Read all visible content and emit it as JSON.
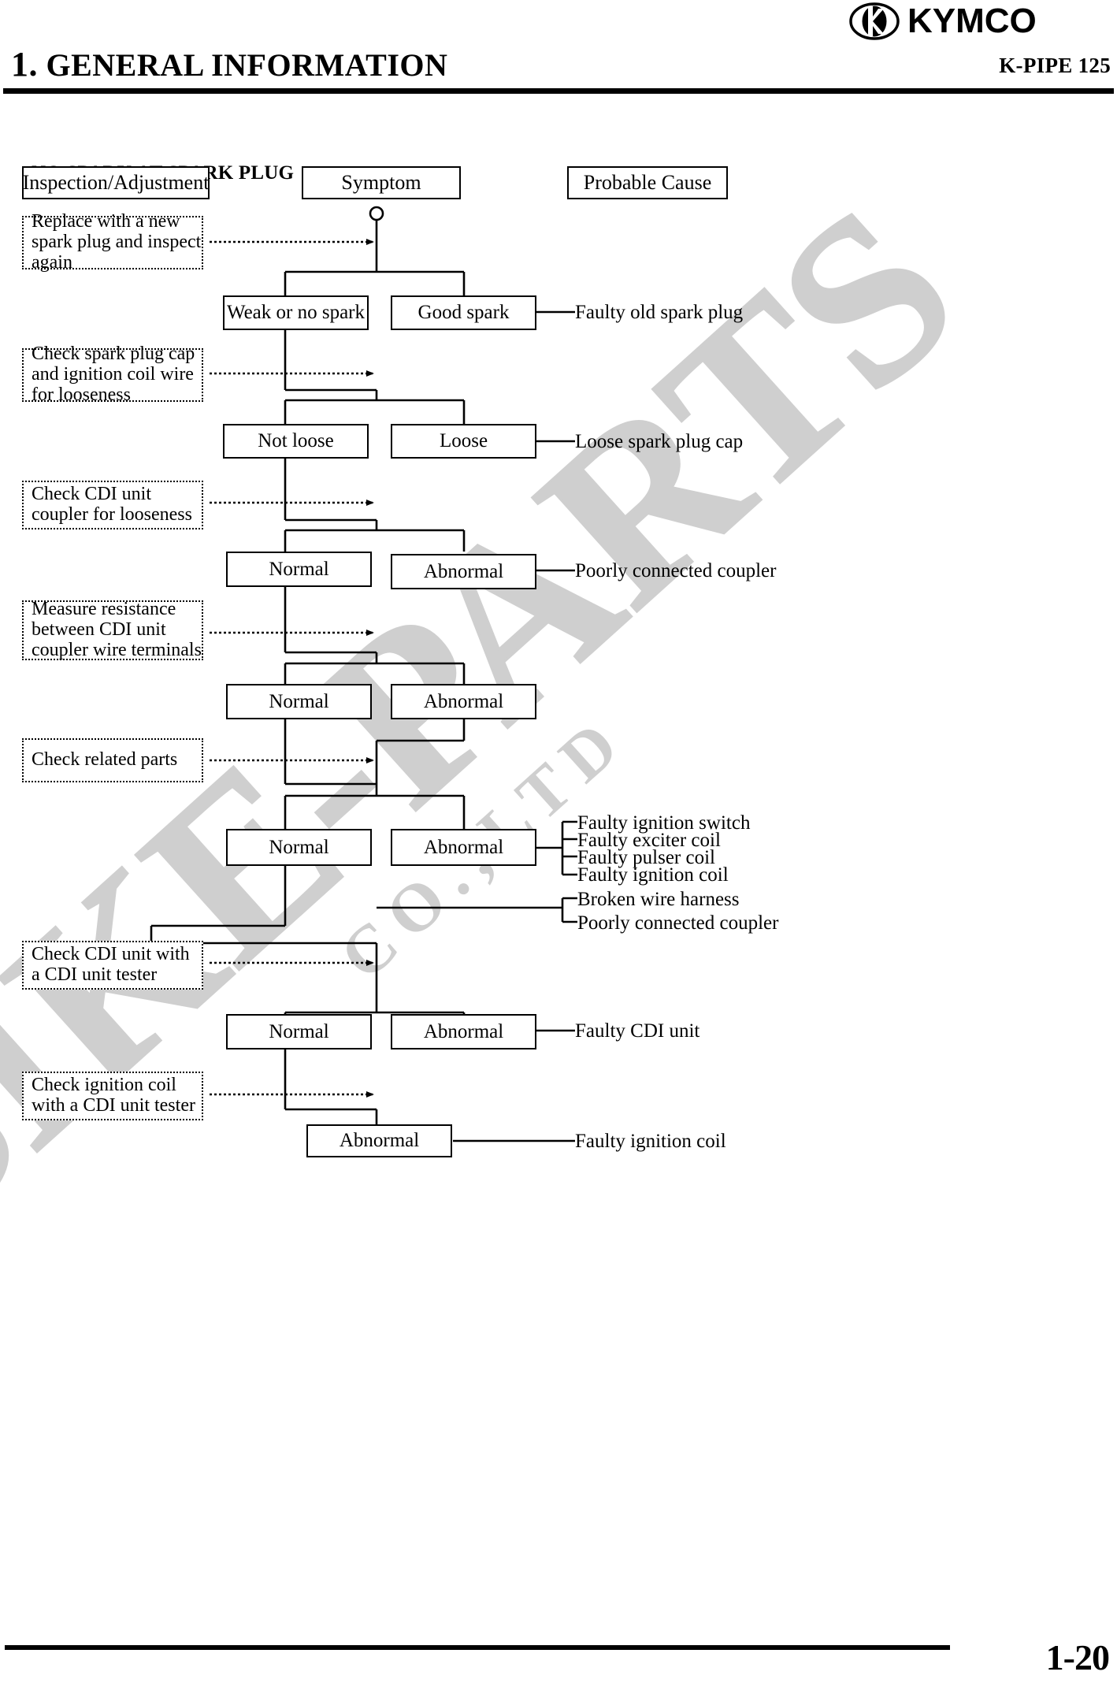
{
  "header": {
    "chapter_number": "1.",
    "chapter_title": "GENERAL INFORMATION",
    "model": "K-PIPE 125",
    "brand": "KYMCO",
    "logo_icon": "kymco-oval-k-logo"
  },
  "section": {
    "title": "NO SPARK AT SPARK PLUG"
  },
  "columns": {
    "inspection": "Inspection/Adjustment",
    "symptom": "Symptom",
    "probable_cause": "Probable Cause"
  },
  "footer": {
    "page_number": "1-20"
  },
  "watermark": {
    "primary": "BIKE-PARTS",
    "secondary": "CO.,LTD"
  },
  "flow": {
    "instructions": [
      {
        "id": "i1",
        "text": "Replace with a new spark plug and inspect again"
      },
      {
        "id": "i2",
        "text": "Check spark plug cap and ignition coil wire for looseness"
      },
      {
        "id": "i3",
        "text": "Check CDI unit coupler for looseness"
      },
      {
        "id": "i4",
        "text": "Measure resistance between CDI unit coupler wire terminals"
      },
      {
        "id": "i5",
        "text": "Check related parts"
      },
      {
        "id": "i6",
        "text": "Check CDI unit with a CDI unit tester"
      },
      {
        "id": "i7",
        "text": "Check ignition coil with a CDI unit tester"
      }
    ],
    "symptoms": [
      {
        "id": "s1a",
        "text": "Weak or no spark"
      },
      {
        "id": "s1b",
        "text": "Good spark"
      },
      {
        "id": "s2a",
        "text": "Not loose"
      },
      {
        "id": "s2b",
        "text": "Loose"
      },
      {
        "id": "s3a",
        "text": "Normal"
      },
      {
        "id": "s3b",
        "text": "Abnormal"
      },
      {
        "id": "s4a",
        "text": "Normal"
      },
      {
        "id": "s4b",
        "text": "Abnormal"
      },
      {
        "id": "s5a",
        "text": "Normal"
      },
      {
        "id": "s5b",
        "text": "Abnormal"
      },
      {
        "id": "s6a",
        "text": "Normal"
      },
      {
        "id": "s6b",
        "text": "Abnormal"
      },
      {
        "id": "s7b",
        "text": "Abnormal"
      }
    ],
    "causes": [
      {
        "id": "c1",
        "text": "Faulty old spark plug"
      },
      {
        "id": "c2",
        "text": "Loose spark plug cap"
      },
      {
        "id": "c3",
        "text": "Poorly connected coupler"
      },
      {
        "id": "c4",
        "text": "Faulty ignition switch"
      },
      {
        "id": "c5",
        "text": "Faulty exciter coil"
      },
      {
        "id": "c6",
        "text": "Faulty pulser coil"
      },
      {
        "id": "c7",
        "text": "Faulty ignition coil"
      },
      {
        "id": "c8",
        "text": "Broken wire harness"
      },
      {
        "id": "c9",
        "text": "Poorly connected coupler"
      },
      {
        "id": "c10",
        "text": "Faulty CDI unit"
      },
      {
        "id": "c11",
        "text": "Faulty ignition coil"
      }
    ]
  }
}
